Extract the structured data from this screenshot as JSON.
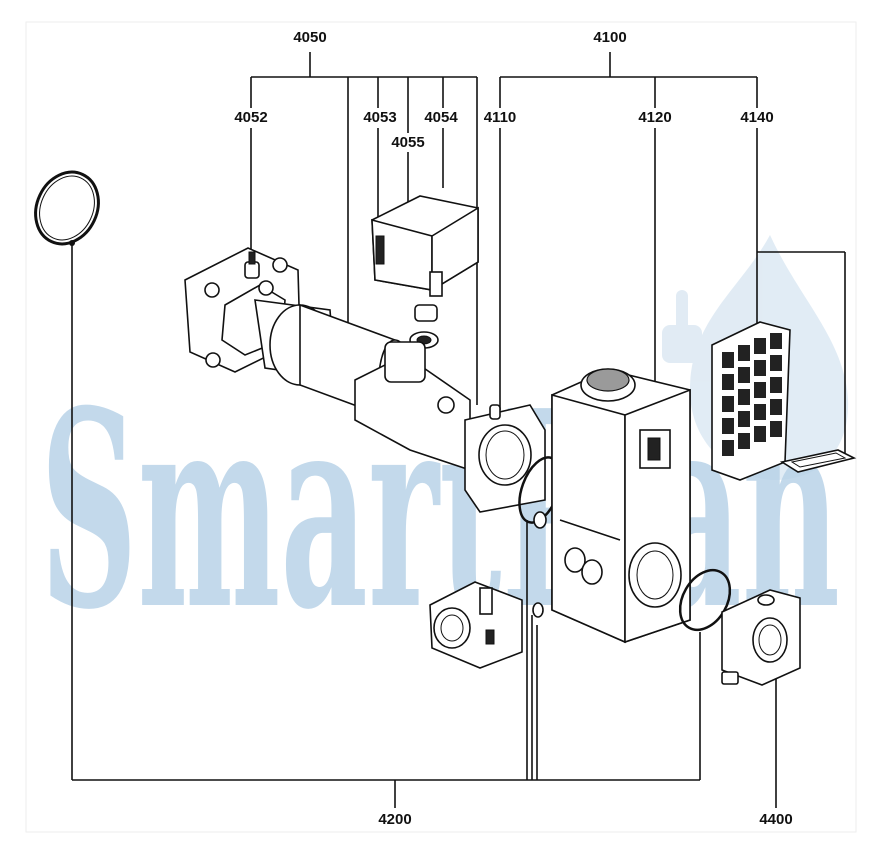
{
  "watermark": {
    "text": "SmartPlan",
    "color": "#b9d3e8"
  },
  "labels": {
    "l4050": "4050",
    "l4100": "4100",
    "l4052": "4052",
    "l4053": "4053",
    "l4054": "4054",
    "l4055": "4055",
    "l4110": "4110",
    "l4120": "4120",
    "l4140": "4140",
    "l4200": "4200",
    "l4400": "4400"
  }
}
